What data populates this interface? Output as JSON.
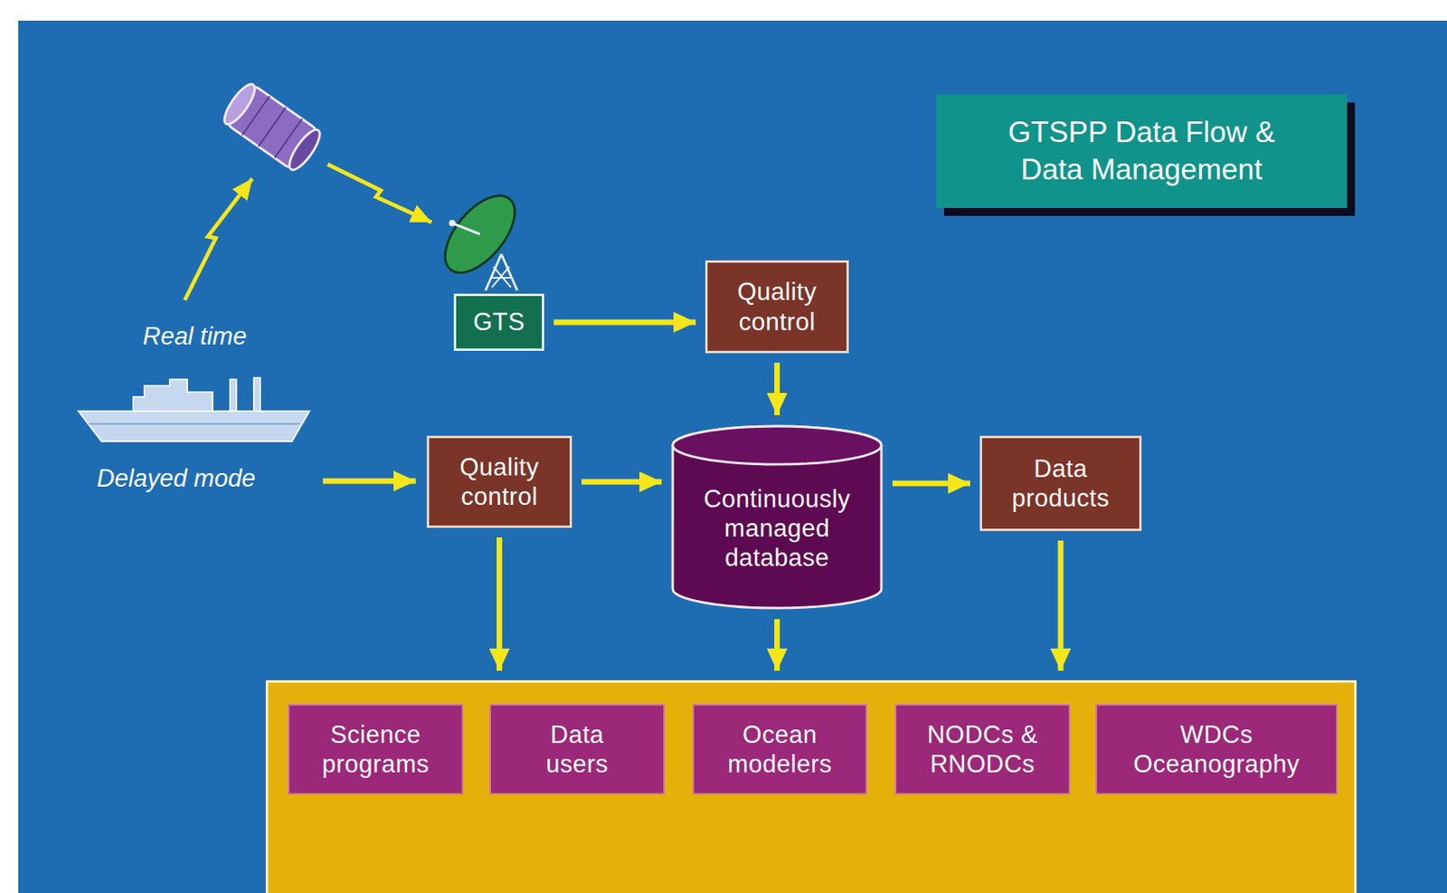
{
  "diagram": {
    "title": "GTSPP Data Flow & Data Management",
    "nodes": [
      {
        "text": [
          "GTS"
        ]
      },
      {
        "text": [
          "Quality control"
        ]
      },
      {
        "text": [
          "Quality control"
        ]
      },
      {
        "text": [
          "Continuously managed database"
        ]
      },
      {
        "text": [
          "Data products"
        ]
      },
      {
        "text": []
      },
      {
        "text": [
          "Science programs"
        ],
        "in": 5
      },
      {
        "text": [
          "Data users"
        ],
        "in": 5
      },
      {
        "text": [
          "Ocean modelers"
        ],
        "in": 5
      },
      {
        "text": [
          "NODCs & RNODCs"
        ],
        "in": 5
      },
      {
        "text": [
          "WDCs Oceanography"
        ],
        "in": 5
      }
    ],
    "edges": [
      {
        "from": 0,
        "to": 1,
        "arrow": "to"
      },
      {
        "from": 1,
        "to": 3,
        "arrow": "to"
      },
      {
        "from": 2,
        "to": 3,
        "arrow": "to"
      },
      {
        "from": 3,
        "to": 4,
        "arrow": "to"
      },
      {
        "from": 2,
        "to": 5,
        "arrow": "to"
      },
      {
        "from": 3,
        "to": 5,
        "arrow": "to"
      },
      {
        "from": 4,
        "to": 5,
        "arrow": "to"
      }
    ],
    "labels": [
      "Real time",
      "Delayed mode"
    ]
  }
}
